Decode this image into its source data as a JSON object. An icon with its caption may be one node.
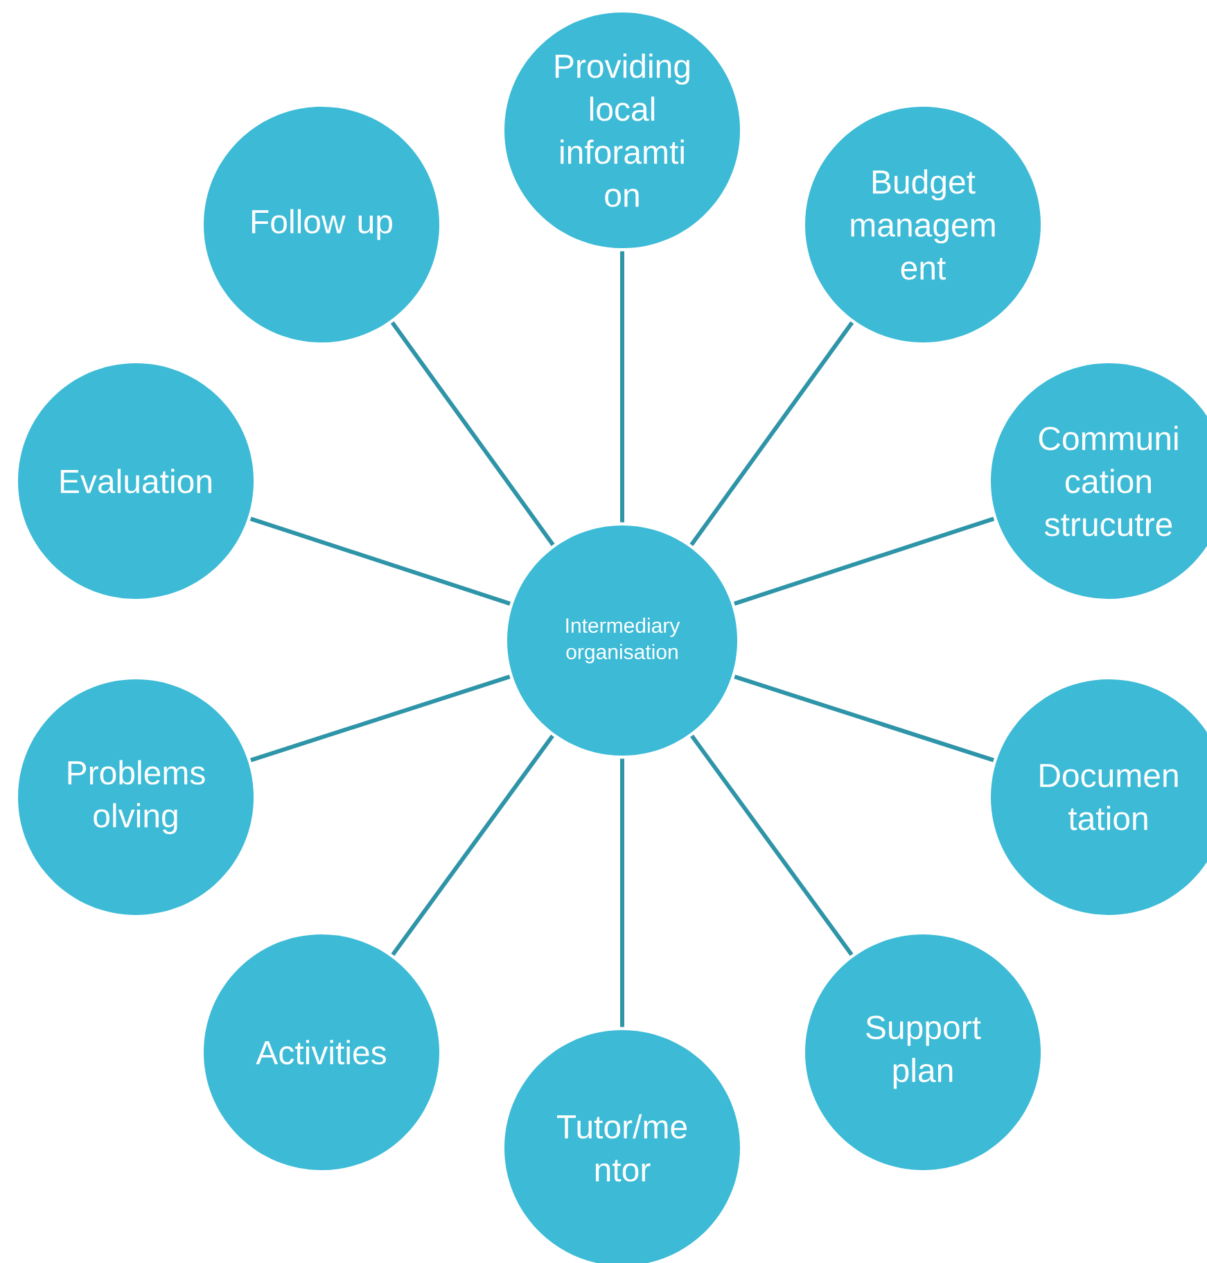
{
  "diagram": {
    "nodes": [
      {
        "text": [
          "Intermediary organisation"
        ]
      },
      {
        "text": [
          "Providing local inforamti on"
        ]
      },
      {
        "text": [
          "Budget managem ent"
        ]
      },
      {
        "text": [
          "Communi cation strucutre"
        ]
      },
      {
        "text": [
          "Documen tation"
        ]
      },
      {
        "text": [
          "Support plan"
        ]
      },
      {
        "text": [
          "Tutor/me ntor"
        ]
      },
      {
        "text": [
          "Activities"
        ]
      },
      {
        "text": [
          "Problems olving"
        ]
      },
      {
        "text": [
          "Evaluation"
        ]
      },
      {
        "text": [
          "Follow up"
        ]
      }
    ],
    "edges": [
      {
        "from": 0,
        "to": 1,
        "arrow": "none"
      },
      {
        "from": 0,
        "to": 2,
        "arrow": "none"
      },
      {
        "from": 0,
        "to": 3,
        "arrow": "none"
      },
      {
        "from": 0,
        "to": 4,
        "arrow": "none"
      },
      {
        "from": 0,
        "to": 5,
        "arrow": "none"
      },
      {
        "from": 0,
        "to": 6,
        "arrow": "none"
      },
      {
        "from": 0,
        "to": 7,
        "arrow": "none"
      },
      {
        "from": 0,
        "to": 8,
        "arrow": "none"
      },
      {
        "from": 0,
        "to": 9,
        "arrow": "none"
      },
      {
        "from": 0,
        "to": 10,
        "arrow": "none"
      }
    ]
  }
}
